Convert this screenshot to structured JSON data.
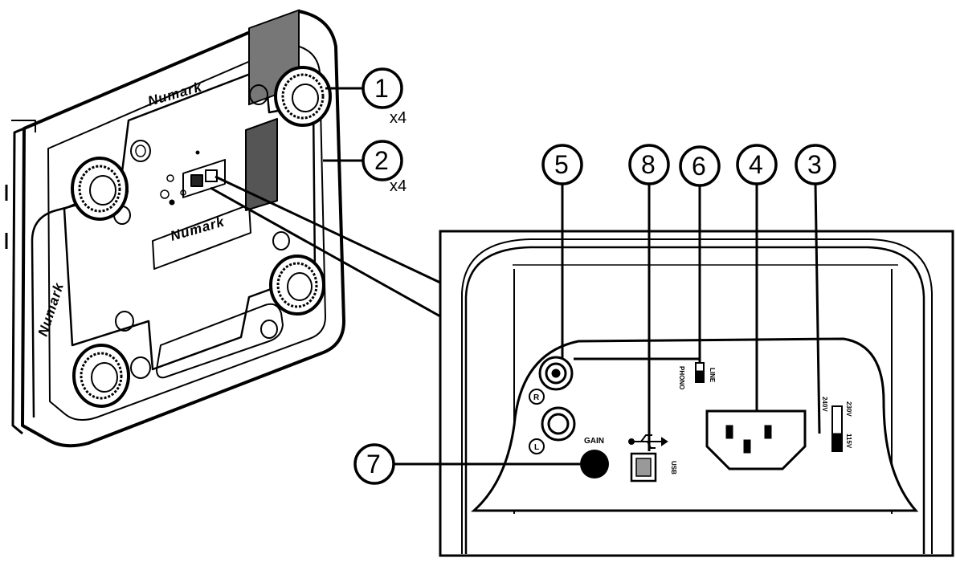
{
  "brand_text": "Numark",
  "multiplier": "x4",
  "callouts": [
    {
      "id": "1",
      "label": "1",
      "mult": "x4"
    },
    {
      "id": "2",
      "label": "2",
      "mult": "x4"
    },
    {
      "id": "3",
      "label": "3"
    },
    {
      "id": "4",
      "label": "4"
    },
    {
      "id": "5",
      "label": "5"
    },
    {
      "id": "6",
      "label": "6"
    },
    {
      "id": "7",
      "label": "7"
    },
    {
      "id": "8",
      "label": "8"
    }
  ],
  "panel_labels": {
    "gain": "GAIN",
    "usb": "USB",
    "line": "LINE",
    "phono": "PHONO",
    "r": "R",
    "l": "L",
    "v230": "230V",
    "v240": "240V",
    "v115": "115V"
  },
  "colors": {
    "ink": "#000000",
    "paper": "#ffffff",
    "fill_gray": "#e8e8e8"
  }
}
